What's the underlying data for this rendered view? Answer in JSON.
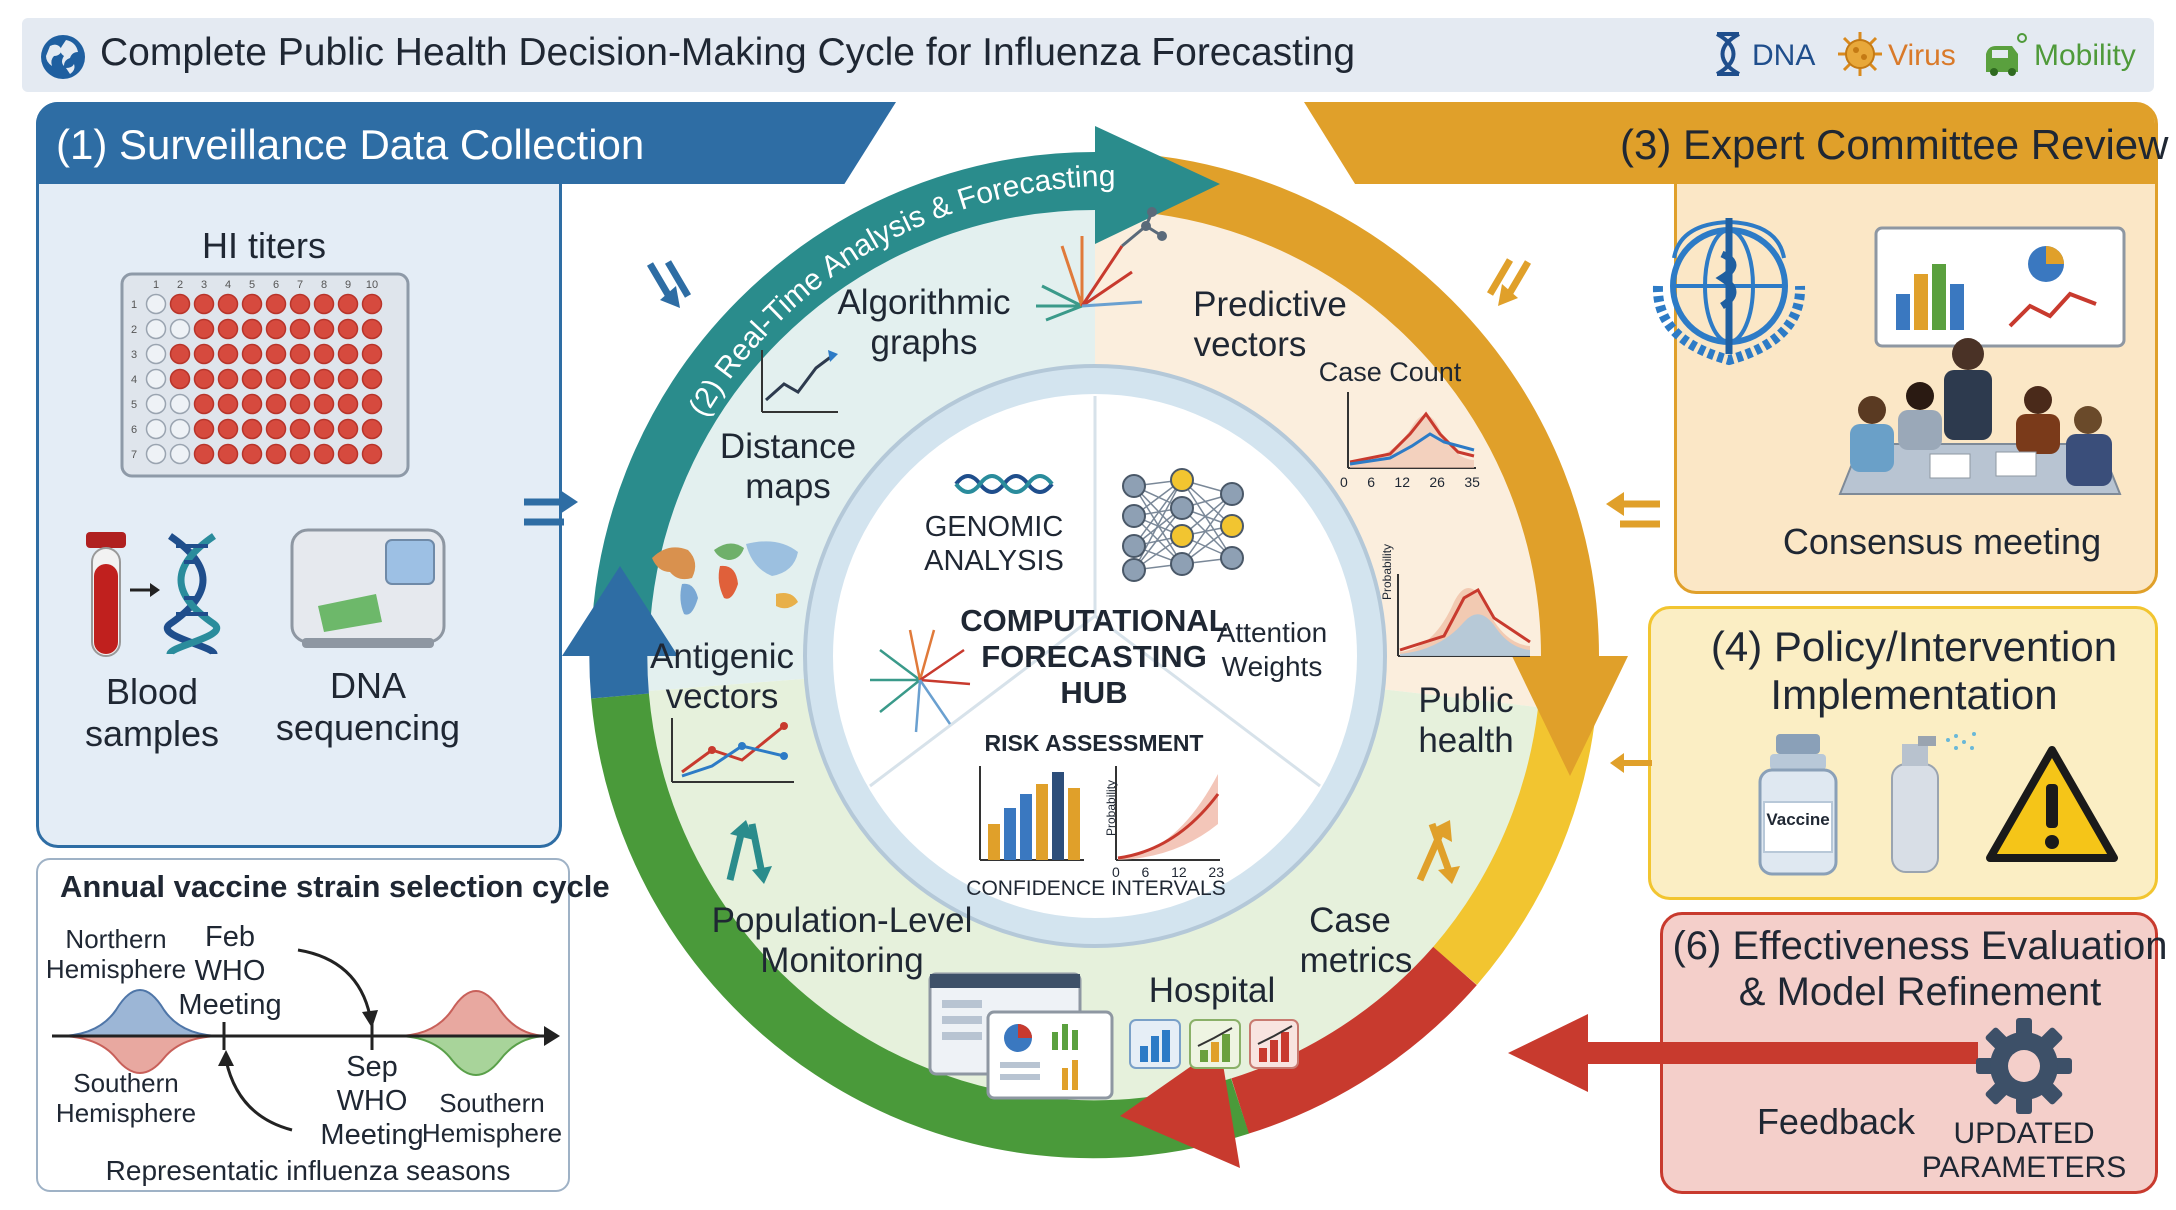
{
  "header": {
    "title": "Complete Public Health Decision-Making Cycle for Influenza Forecasting",
    "legend": [
      {
        "icon": "dna-icon",
        "label": "DNA",
        "color": "#1f4e8c"
      },
      {
        "icon": "virus-icon",
        "label": "Virus",
        "color": "#d98a1e"
      },
      {
        "icon": "mobility-icon",
        "label": "Mobility",
        "color": "#4f9a3a"
      }
    ]
  },
  "colors": {
    "surveillance": "#2e6da4",
    "analysis": "#2a8c8c",
    "expert": "#e0a02a",
    "policy": "#f2c530",
    "evaluation": "#c83a2e",
    "monitoring": "#4a9a3a"
  },
  "stages": {
    "s1": "(1) Surveillance Data Collection",
    "s2": "(2) Real-Time Analysis & Forecasting",
    "s3": "(3) Expert Committee Review",
    "s4_line1": "(4) Policy/Intervention",
    "s4_line2": "Implementation",
    "s6_line1": "(6) Effectiveness Evaluation",
    "s6_line2": "& Model Refinement"
  },
  "surveillance": {
    "hi_titers": "HI titers",
    "plate_columns": [
      "1",
      "2",
      "3",
      "4",
      "5",
      "6",
      "7",
      "8",
      "9",
      "10"
    ],
    "plate_rows": [
      "1",
      "2",
      "3",
      "4",
      "5",
      "6",
      "7"
    ],
    "blood_line1": "Blood",
    "blood_line2": "samples",
    "dna_line1": "DNA",
    "dna_line2": "sequencing"
  },
  "vaccine_cycle": {
    "title": "Annual vaccine strain selection cycle",
    "northern_line1": "Northern",
    "northern_line2": "Hemisphere",
    "feb_line1": "Feb",
    "feb_line2": "WHO",
    "feb_line3": "Meeting",
    "southern_left_line1": "Southern",
    "southern_left_line2": "Hemisphere",
    "sep_line1": "Sep",
    "sep_line2": "WHO",
    "sep_line3": "Meeting",
    "southern_right_line1": "Southern",
    "southern_right_line2": "Hemisphere",
    "caption": "Representatic influenza seasons"
  },
  "ring": {
    "algorithmic_line1": "Algorithmic",
    "algorithmic_line2": "graphs",
    "distance_line1": "Distance",
    "distance_line2": "maps",
    "antigenic_line1": "Antigenic",
    "antigenic_line2": "vectors",
    "predictive_line1": "Predictive",
    "predictive_line2": "vectors",
    "case_count": "Case Count",
    "case_ticks": [
      "0",
      "6",
      "12",
      "26",
      "35"
    ],
    "public_line1": "Public",
    "public_line2": "health",
    "probability": "Probability",
    "case_metrics_line1": "Case",
    "case_metrics_line2": "metrics",
    "hospital": "Hospital",
    "population_line1": "Population-Level",
    "population_line2": "Monitoring"
  },
  "hub": {
    "genomic_line1": "GENOMIC",
    "genomic_line2": "ANALYSIS",
    "title_line1": "COMPUTATIONAL",
    "title_line2": "FORECASTING",
    "title_line3": "HUB",
    "attention_line1": "Attention",
    "attention_line2": "Weights",
    "risk": "RISK ASSESSMENT",
    "probability": "Probability",
    "prob_ticks": [
      "0",
      "6",
      "12",
      "23"
    ],
    "confidence": "CONFIDENCE INTERVALS"
  },
  "expert": {
    "consensus": "Consensus meeting"
  },
  "policy": {
    "vaccine": "Vaccine"
  },
  "evaluation": {
    "feedback": "Feedback",
    "updated_line1": "UPDATED",
    "updated_line2": "PARAMETERS"
  }
}
